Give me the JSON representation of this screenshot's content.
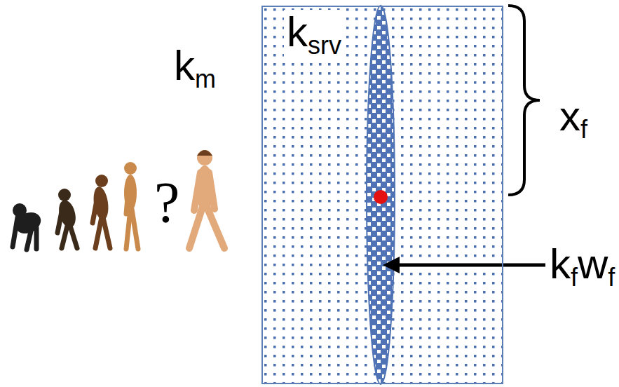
{
  "diagram": {
    "nodes": [
      {
        "text": [
          "ksrv"
        ]
      }
    ],
    "labels": [
      "km",
      "?",
      "xf",
      "kfwf"
    ]
  }
}
